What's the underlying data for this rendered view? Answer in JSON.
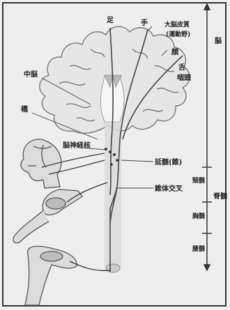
{
  "labels": {
    "foot": "足",
    "hand": "手",
    "motor_cortex_line1": "大脳皮質",
    "motor_cortex_line2": "(運動野)",
    "face": "顔",
    "tongue": "舌",
    "pharynx": "咽頭",
    "midbrain": "中脳",
    "pons": "橋",
    "cranial_nerve_nuclei": "脳神経核",
    "medulla": "延髄(錐)",
    "pyramidal_decussation": "錐体交叉",
    "brain": "脳",
    "cervical": "頸髄",
    "spinal_cord": "脊髄",
    "thoracic": "胸髄",
    "lumbar": "腰髄"
  }
}
